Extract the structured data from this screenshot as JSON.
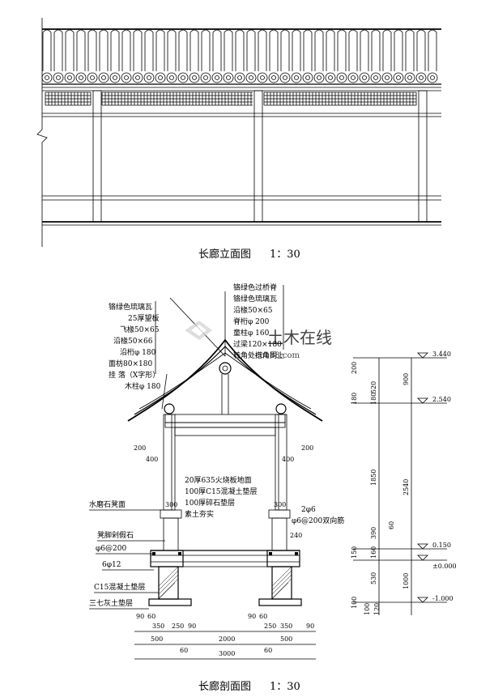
{
  "elevation": {
    "title": "长廊立面图",
    "scale": "1：30"
  },
  "section": {
    "title": "长廊剖面图",
    "scale": "1：30",
    "left_labels": [
      "铬绿色琉璃瓦",
      "25厚望板",
      "飞椽50×65",
      "沿椽50×66",
      "沿桁φ 180",
      "面枋80×180",
      "挂 落（X字形）",
      "木柱φ 180"
    ],
    "right_labels": [
      "铬绿色过桥脊",
      "铬绿色琉璃瓦",
      "沿椽50×65",
      "脊桁φ 200",
      "童柱φ 160",
      "过梁120×180",
      "转角处搭角同上"
    ],
    "floor_labels": [
      "20厚635火烧板地面",
      "100厚C15混凝土垫层",
      "100厚碎石垫层",
      "素土夯实"
    ],
    "side_labels": {
      "stone_bench": "水磨石凳面",
      "stone_bench_beam": "凳脚剁假石",
      "rebar_left": "φ6@200",
      "rebar_left2": "6φ12",
      "concrete_pad": "C15混凝土垫层",
      "lime_soil": "三七灰土垫层",
      "rebar_right1": "2φ6",
      "rebar_right2": "φ6@200双向筋"
    },
    "dims": {
      "d200_left": "200",
      "d400_left": "400",
      "d200_right": "200",
      "d400_right": "400",
      "d300_left": "300",
      "d300_right": "300",
      "d240": "240",
      "d90a": "90",
      "d60a": "60",
      "d350a": "350",
      "d250a": "250",
      "d90b": "90",
      "d90c": "90",
      "d60b": "60",
      "d250b": "250",
      "d350b": "350",
      "d90d": "90",
      "d500a": "500",
      "d60c": "60",
      "d2000": "2000",
      "d60d": "60",
      "d500b": "500",
      "d3000": "3000"
    },
    "levels": [
      "3.440",
      "2.540",
      "0.150",
      "±0.000",
      "-1.000"
    ],
    "vertical_dims": {
      "c1": [
        "200",
        "520",
        "180",
        "180",
        "1850",
        "390",
        "60",
        "150",
        "160",
        "530",
        "100",
        "100",
        "120"
      ],
      "c2": [
        "900",
        "2540",
        "1000"
      ]
    }
  },
  "watermark": {
    "text": "土木在线",
    "url": "co188.com"
  }
}
